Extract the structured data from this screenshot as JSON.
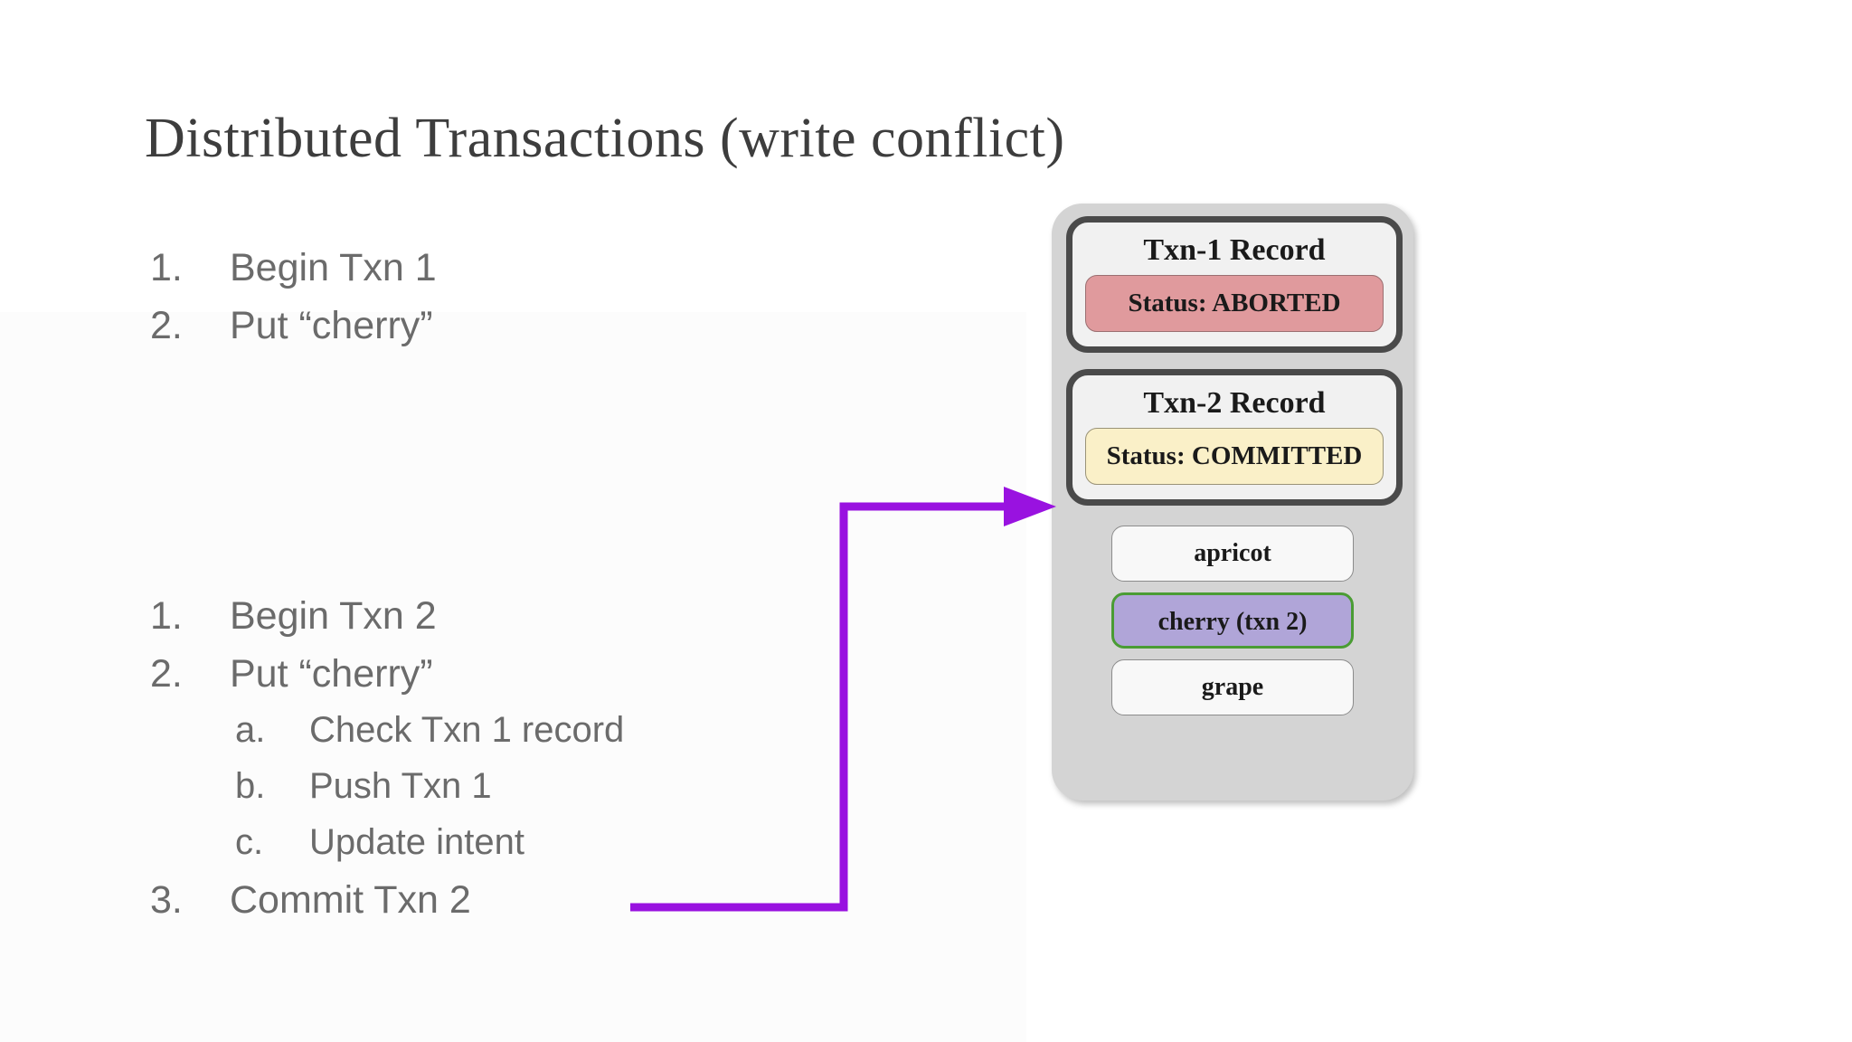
{
  "slide": {
    "title": "Distributed Transactions (write conflict)",
    "text_color": "#6b6b6b",
    "title_color": "#3d3d3d",
    "background": "#ffffff"
  },
  "steps_txn1": [
    {
      "marker": "1.",
      "text": "Begin Txn 1"
    },
    {
      "marker": "2.",
      "text": "Put “cherry”"
    }
  ],
  "steps_txn2": [
    {
      "marker": "1.",
      "text": "Begin Txn 2",
      "level": "top"
    },
    {
      "marker": "2.",
      "text": "Put “cherry”",
      "level": "top"
    },
    {
      "marker": "a.",
      "text": "Check Txn 1 record",
      "level": "sub"
    },
    {
      "marker": "b.",
      "text": "Push Txn 1",
      "level": "sub"
    },
    {
      "marker": "c.",
      "text": "Update intent",
      "level": "sub"
    },
    {
      "marker": "3.",
      "text": "Commit Txn 2",
      "level": "top"
    }
  ],
  "node": {
    "panel_color": "#d4d4d4",
    "records": [
      {
        "title": "Txn-1 Record",
        "status_label": "Status:",
        "status_value": "ABORTED",
        "status_text": "Status:  ABORTED",
        "status_color": "#e09a9d"
      },
      {
        "title": "Txn-2 Record",
        "status_label": "Status:",
        "status_value": "COMMITTED",
        "status_text": "Status:  COMMITTED",
        "status_color": "#faf0c8"
      }
    ],
    "data_items": [
      {
        "label": "apricot",
        "fill": "#f8f8f8",
        "border": "#8c8c8c",
        "highlighted": false
      },
      {
        "label": "cherry (txn 2)",
        "fill": "#b0a5d8",
        "border": "#4a9c34",
        "highlighted": true
      },
      {
        "label": "grape",
        "fill": "#f8f8f8",
        "border": "#8c8c8c",
        "highlighted": false
      }
    ]
  },
  "arrow": {
    "name": "commit-to-txn2-record-arrow",
    "color": "#9912e0",
    "from_step": "Commit Txn 2",
    "to_target": "Txn-2 Record"
  }
}
